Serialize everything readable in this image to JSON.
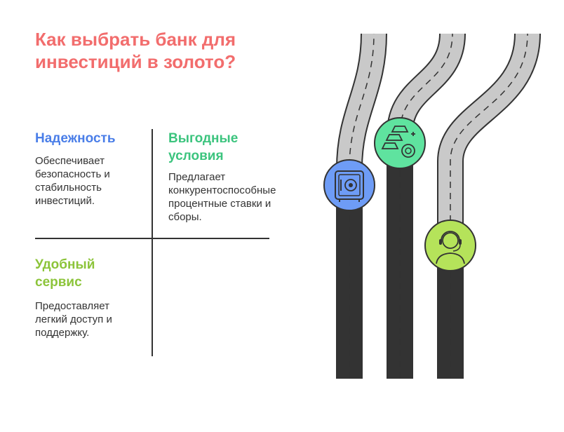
{
  "title": "Как выбрать банк для инвестиций в золото?",
  "colors": {
    "title": "#f26d6d",
    "blue": "#5b8cf5",
    "green": "#3fd48a",
    "lime": "#9bd43a",
    "road": "#c9c9c9",
    "outline": "#333333"
  },
  "quadrants": {
    "reliability": {
      "heading": "Надежность",
      "text": "Обеспечивает безопасность и стабильность инвестиций.",
      "color": "#4a7ee8",
      "icon": "safe-icon"
    },
    "conditions": {
      "heading": "Выгодные условия",
      "text": "Предлагает конкурентоспособные процентные ставки и сборы.",
      "color": "#3cc47e",
      "icon": "gold-bars-coins-icon"
    },
    "service": {
      "heading": "Удобный сервис",
      "text": "Предоставляет легкий доступ и поддержку.",
      "color": "#8cc43a",
      "icon": "support-agent-icon"
    }
  }
}
